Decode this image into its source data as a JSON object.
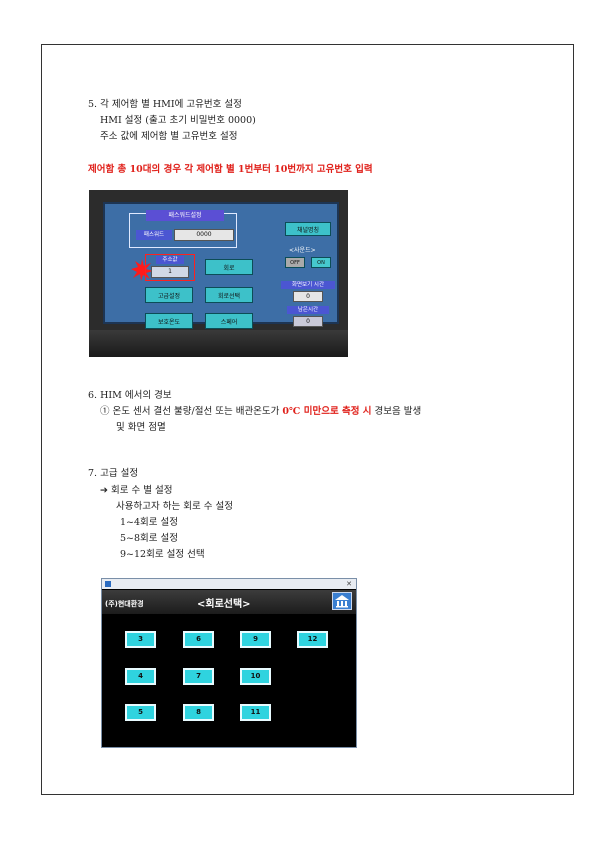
{
  "section5": {
    "heading": "5. 각 제어함 별 HMI에 고유번호 설정",
    "line1": "HMI 설정 (출고 초기 비밀번호 0000)",
    "line2": "주소 값에 제어함 별 고유번호 설정",
    "note": "제어함 총 10대의 경우 각 제어함 별 1번부터 10번까지 고유번호 입력"
  },
  "hmi1": {
    "panel_title": "패스워드설정",
    "password_label": "패스워드",
    "password_value": "0000",
    "address_label": "주소값",
    "address_value": "1",
    "btn_circuit": "회로",
    "btn_advanced": "고급설정",
    "btn_circuit_select": "회로선택",
    "btn_protect_temp": "보호온도",
    "btn_spare": "스페어",
    "btn_channel": "채널명칭",
    "sound_label": "<사운드>",
    "off_label": "OFF",
    "on_label": "ON",
    "screen_view_label": "화면보기 시간",
    "screen_view_value": "0",
    "remaining_label": "남은시간",
    "remaining_value": "0"
  },
  "section6": {
    "heading": "6. HIM 에서의 경보",
    "line1_prefix": "① 온도 센서 결선 불량/절선 또는 배관온도가 ",
    "line1_red": "0℃ 미만으로 측정 시",
    "line1_suffix": " 경보음 발생",
    "line2": "및 화면 점멸"
  },
  "section7": {
    "heading": "7. 고급 설정",
    "arrow_line": "➔ 회로 수 별 설정",
    "line1": "사용하고자 하는 회로 수 설정",
    "line2": "1~4회로 설정",
    "line3": "5~8회로 설정",
    "line4": "9~12회로 설정 선택"
  },
  "hmi2": {
    "company": "(주)현대환경",
    "title": "<회로선택>",
    "buttons": [
      "3",
      "6",
      "9",
      "12",
      "4",
      "7",
      "10",
      "5",
      "8",
      "11"
    ]
  },
  "colors": {
    "accent_red": "#e0201a",
    "button_cyan": "#2fd3df",
    "hmi_blue": "#3d6ea6"
  }
}
